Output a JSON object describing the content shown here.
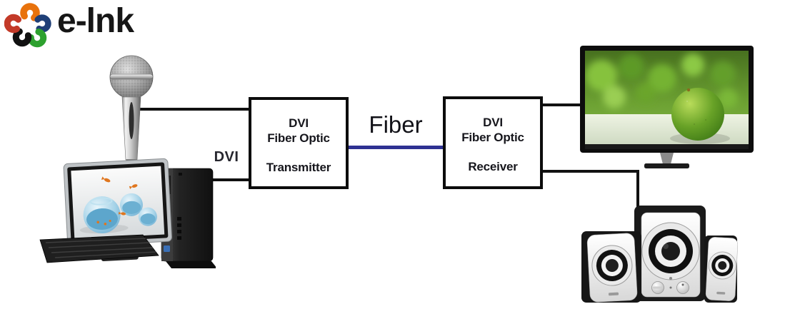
{
  "logo": {
    "brand_text": "e-lnk",
    "icon": "pinwheel-swirl-logo",
    "swirl_colors": [
      "#e8720c",
      "#1f3f77",
      "#2da12e",
      "#111111",
      "#c33a28"
    ]
  },
  "diagram": {
    "transmitter_box": {
      "line1": "DVI",
      "line2": "Fiber Optic",
      "name": "Transmitter"
    },
    "receiver_box": {
      "line1": "DVI",
      "line2": "Fiber Optic",
      "name": "Receiver"
    },
    "fiber_label": "Fiber",
    "dvi_label": "DVI",
    "colors": {
      "fiber_line": "#2e3192",
      "cable": "#111111",
      "box_border": "#0c0c0c"
    },
    "devices": {
      "inputs": [
        "microphone",
        "desktop-computer"
      ],
      "outputs": [
        "tv-display",
        "speakers-2.1"
      ]
    }
  }
}
